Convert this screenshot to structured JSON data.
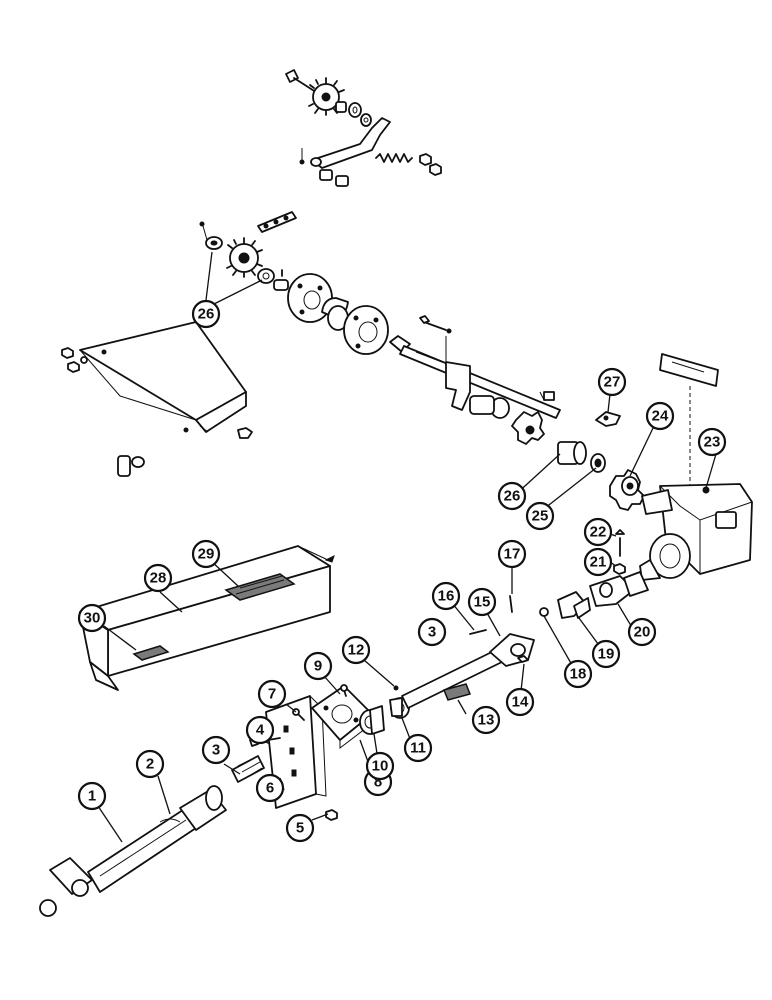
{
  "diagram": {
    "callouts": [
      {
        "id": "c1",
        "label": "1"
      },
      {
        "id": "c2",
        "label": "2"
      },
      {
        "id": "c3a",
        "label": "3"
      },
      {
        "id": "c3b",
        "label": "3"
      },
      {
        "id": "c4",
        "label": "4"
      },
      {
        "id": "c5",
        "label": "5"
      },
      {
        "id": "c6",
        "label": "6"
      },
      {
        "id": "c7",
        "label": "7"
      },
      {
        "id": "c8",
        "label": "8"
      },
      {
        "id": "c9",
        "label": "9"
      },
      {
        "id": "c10",
        "label": "10"
      },
      {
        "id": "c11",
        "label": "11"
      },
      {
        "id": "c12",
        "label": "12"
      },
      {
        "id": "c13",
        "label": "13"
      },
      {
        "id": "c14",
        "label": "14"
      },
      {
        "id": "c15",
        "label": "15"
      },
      {
        "id": "c16",
        "label": "16"
      },
      {
        "id": "c17",
        "label": "17"
      },
      {
        "id": "c18",
        "label": "18"
      },
      {
        "id": "c19",
        "label": "19"
      },
      {
        "id": "c20",
        "label": "20"
      },
      {
        "id": "c21",
        "label": "21"
      },
      {
        "id": "c22",
        "label": "22"
      },
      {
        "id": "c23",
        "label": "23"
      },
      {
        "id": "c24",
        "label": "24"
      },
      {
        "id": "c25",
        "label": "25"
      },
      {
        "id": "c26a",
        "label": "26"
      },
      {
        "id": "c26b",
        "label": "26"
      },
      {
        "id": "c27",
        "label": "27"
      },
      {
        "id": "c28",
        "label": "28"
      },
      {
        "id": "c29",
        "label": "29"
      },
      {
        "id": "c30",
        "label": "30"
      }
    ]
  }
}
